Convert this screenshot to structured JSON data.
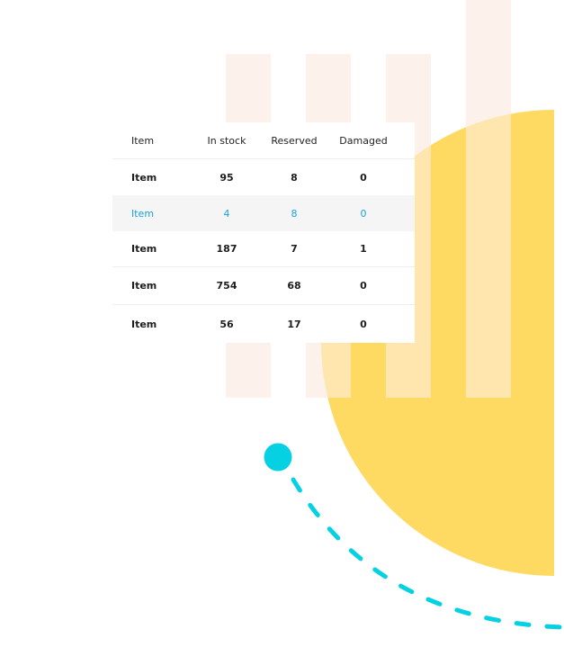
{
  "colors": {
    "background": "#ffffff",
    "bar": "#fdf1ec",
    "yellow_disk": "#ffda62",
    "cyan_accent": "#06d1e3",
    "highlight_text": "#1aa3e0",
    "highlight_row_bg": "#f5f5f5",
    "text": "#1d1d1d"
  },
  "table": {
    "columns": [
      "Item",
      "In stock",
      "Reserved",
      "Damaged"
    ],
    "rows": [
      {
        "item": "Item",
        "in_stock": "95",
        "reserved": "8",
        "damaged": "0",
        "highlighted": false
      },
      {
        "item": "Item",
        "in_stock": "4",
        "reserved": "8",
        "damaged": "0",
        "highlighted": true
      },
      {
        "item": "Item",
        "in_stock": "187",
        "reserved": "7",
        "damaged": "1",
        "highlighted": false
      },
      {
        "item": "Item",
        "in_stock": "754",
        "reserved": "68",
        "damaged": "0",
        "highlighted": false
      },
      {
        "item": "Item",
        "in_stock": "56",
        "reserved": "17",
        "damaged": "0",
        "highlighted": false
      }
    ]
  },
  "decor": {
    "bars": [
      "bar-1",
      "bar-2",
      "bar-3",
      "bar-4"
    ],
    "semicircle": "yellow-half-disk",
    "dot": "cyan-dot",
    "arc": "cyan-dashed-arc"
  }
}
